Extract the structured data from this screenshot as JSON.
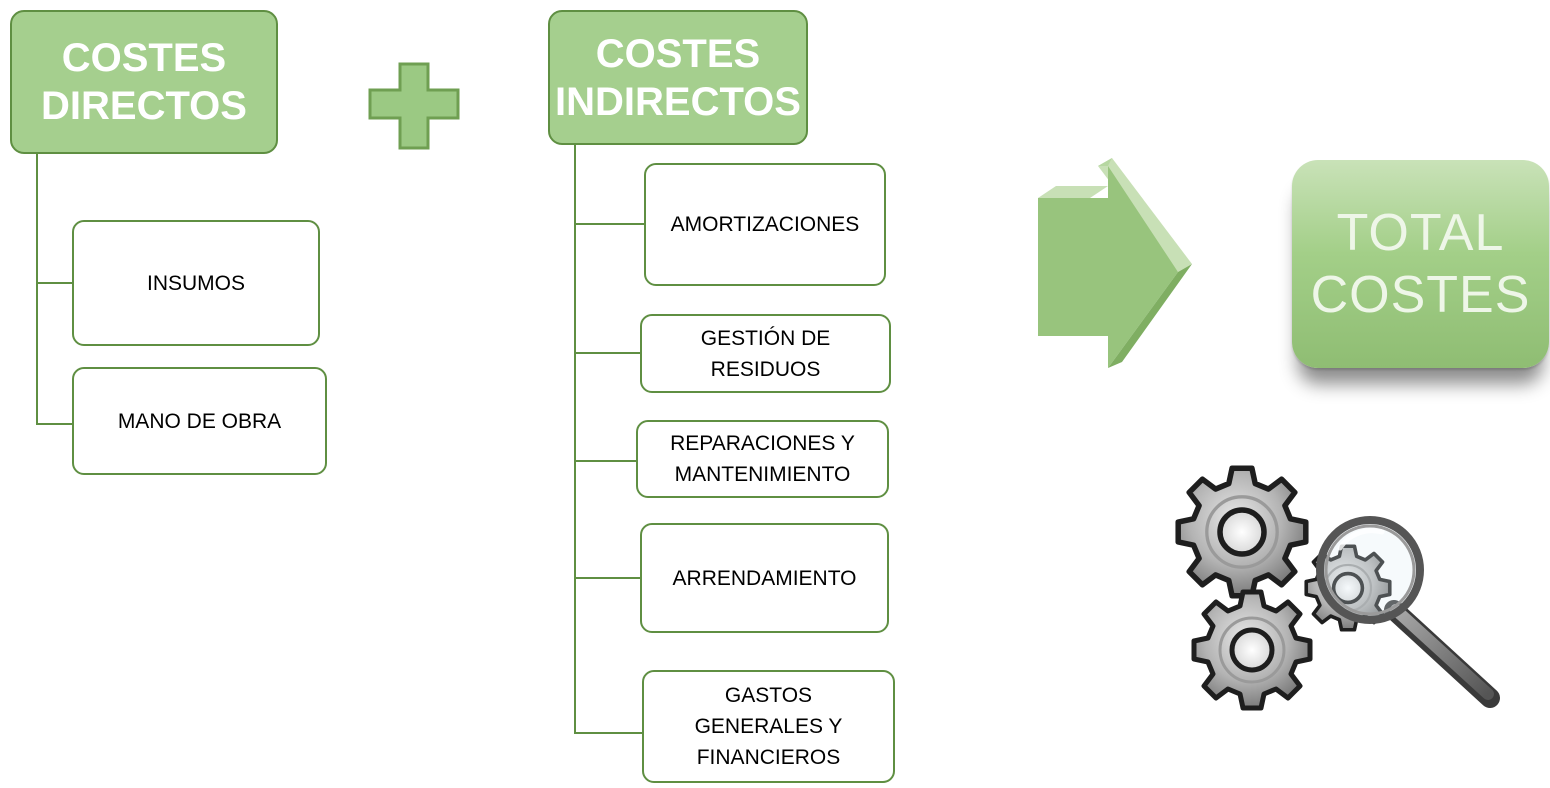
{
  "direct": {
    "title_line1": "COSTES",
    "title_line2": "DIRECTOS",
    "items": [
      "INSUMOS",
      "MANO DE OBRA"
    ]
  },
  "indirect": {
    "title_line1": "COSTES",
    "title_line2": "INDIRECTOS",
    "items": [
      "AMORTIZACIONES",
      "GESTIÓN DE\nRESIDUOS",
      "REPARACIONES Y\nMANTENIMIENTO",
      "ARRENDAMIENTO",
      "GASTOS\nGENERALES Y\nFINANCIEROS"
    ]
  },
  "result": {
    "title_line1": "TOTAL",
    "title_line2": "COSTES"
  },
  "icons": {
    "plus": "plus-icon",
    "arrow": "right-arrow-icon",
    "gears": "gears-magnifier-icon"
  },
  "colors": {
    "box_fill": "#a5cf8e",
    "box_border": "#5f8f42",
    "symbol_fill": "#9bc983"
  }
}
